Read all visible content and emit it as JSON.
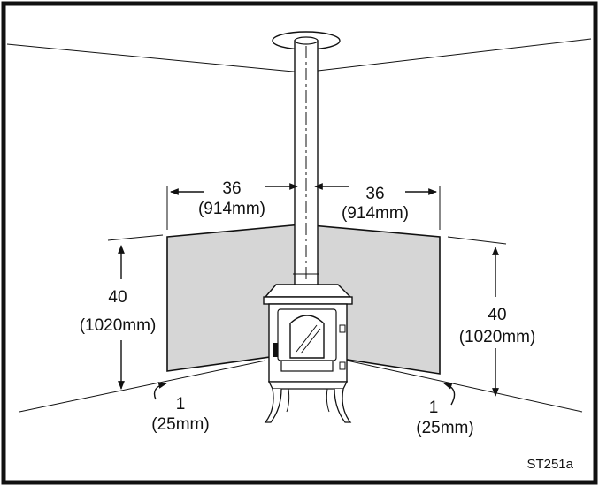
{
  "figure_id": "ST251a",
  "colors": {
    "border": "#111111",
    "shield": "#d6d6d6",
    "line": "#111111",
    "background": "#ffffff"
  },
  "dimensions": {
    "top_left": {
      "value": "36",
      "metric": "(914mm)"
    },
    "top_right": {
      "value": "36",
      "metric": "(914mm)"
    },
    "height_left": {
      "value": "40",
      "metric": "(1020mm)"
    },
    "height_right": {
      "value": "40",
      "metric": "(1020mm)"
    },
    "gap_left": {
      "value": "1",
      "metric": "(25mm)"
    },
    "gap_right": {
      "value": "1",
      "metric": "(25mm)"
    }
  }
}
